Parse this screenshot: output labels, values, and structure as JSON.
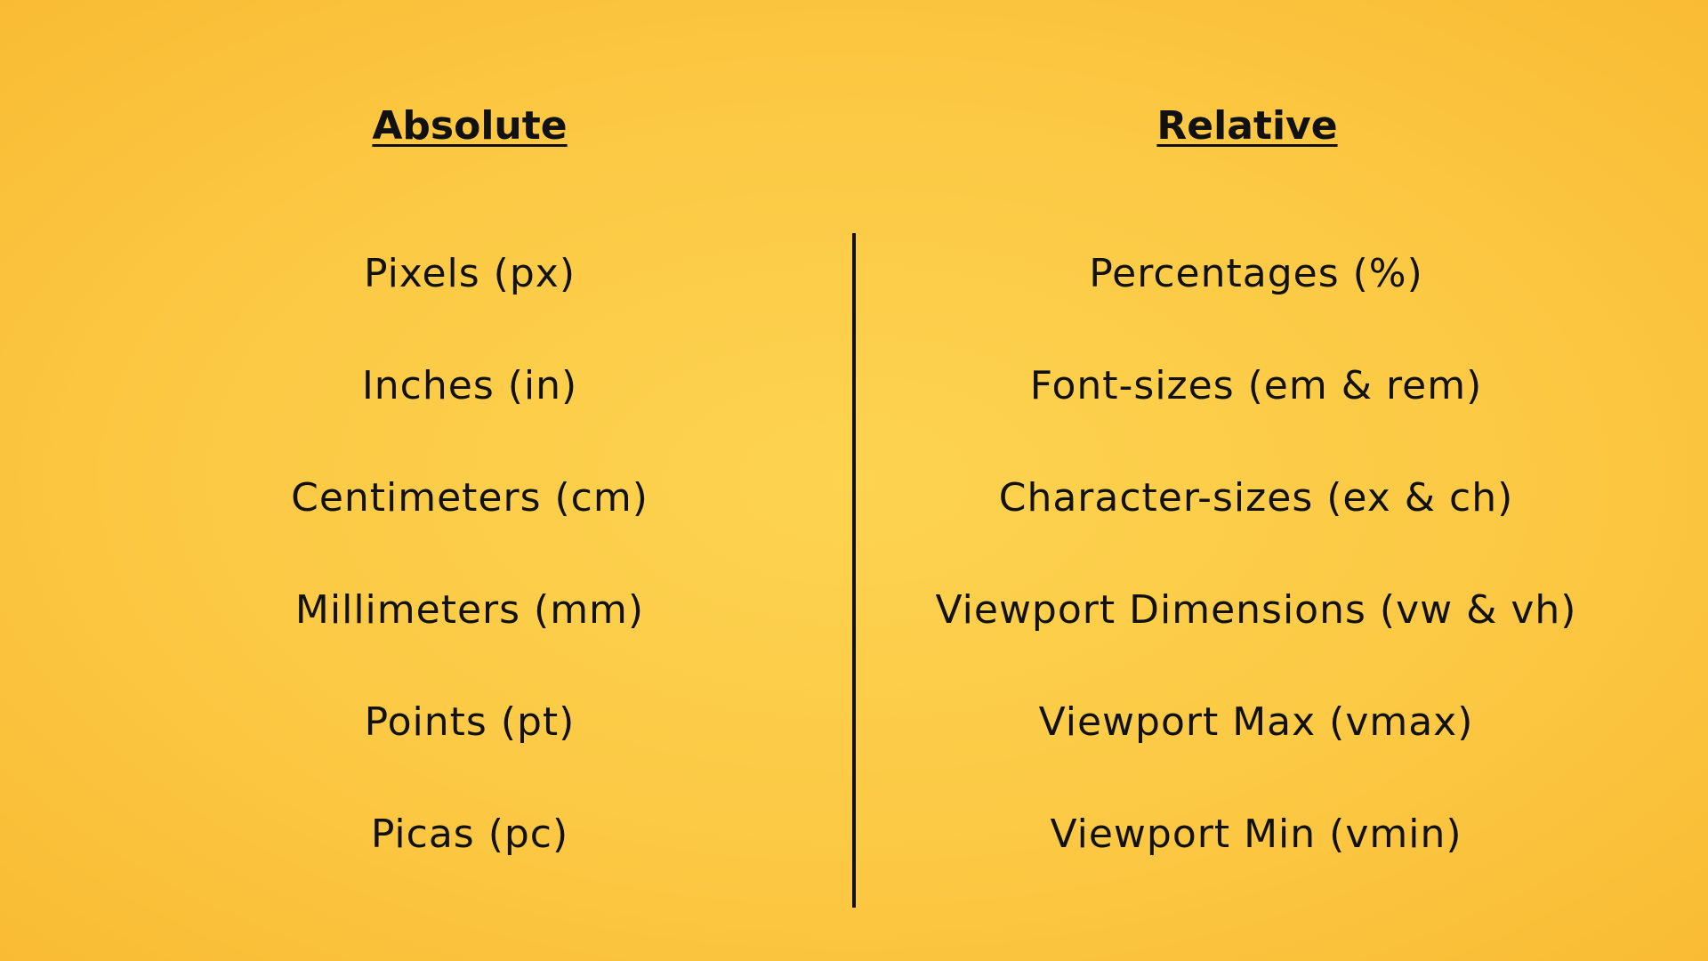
{
  "absolute": {
    "heading": "Absolute",
    "items": [
      "Pixels (px)",
      "Inches (in)",
      "Centimeters (cm)",
      "Millimeters (mm)",
      "Points (pt)",
      "Picas (pc)"
    ]
  },
  "relative": {
    "heading": "Relative",
    "items": [
      "Percentages (%)",
      "Font-sizes (em & rem)",
      "Character-sizes (ex & ch)",
      "Viewport Dimensions (vw & vh)",
      "Viewport Max (vmax)",
      "Viewport Min (vmin)"
    ]
  },
  "colors": {
    "background": "#fcc944",
    "text": "#111111"
  }
}
